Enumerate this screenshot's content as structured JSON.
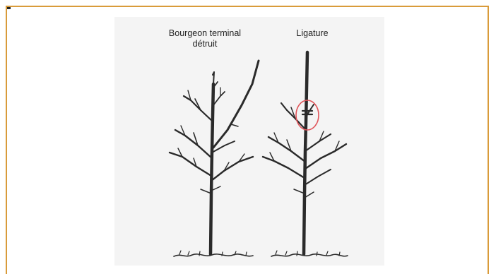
{
  "figure": {
    "left_tree_label_line1": "Bourgeon terminal",
    "left_tree_label_line2": "détruit",
    "right_tree_label": "Ligature",
    "colors": {
      "frame_border": "#d99b3a",
      "ink": "#2a2a2a",
      "highlight_circle": "#e0555a",
      "background": "#f4f4f4"
    }
  }
}
